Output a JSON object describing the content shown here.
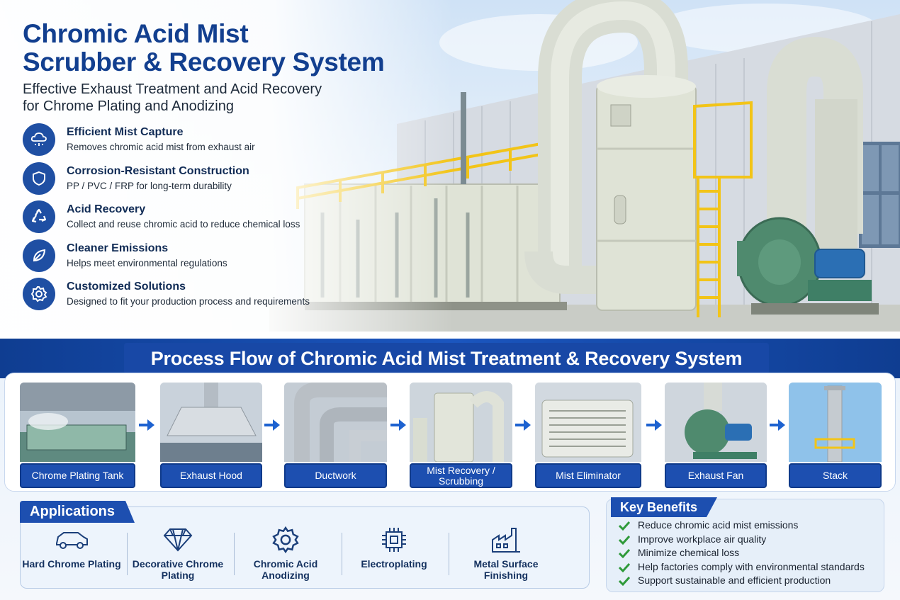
{
  "hero": {
    "title_lines": [
      "Chromic Acid Mist",
      "Scrubber & Recovery System"
    ],
    "subtitle_lines": [
      "Effective Exhaust Treatment and Acid Recovery",
      "for Chrome Plating and Anodizing"
    ],
    "features": [
      {
        "icon": "cloud-mist-icon",
        "title": "Efficient Mist Capture",
        "desc": "Removes chromic acid mist from exhaust air"
      },
      {
        "icon": "shield-icon",
        "title": "Corrosion-Resistant Construction",
        "desc": "PP / PVC / FRP for long-term durability"
      },
      {
        "icon": "recycle-icon",
        "title": "Acid Recovery",
        "desc": "Collect and reuse chromic acid to reduce chemical loss"
      },
      {
        "icon": "leaf-icon",
        "title": "Cleaner Emissions",
        "desc": "Helps meet environmental regulations"
      },
      {
        "icon": "gear-icon",
        "title": "Customized Solutions",
        "desc": "Designed to fit your production process and requirements"
      }
    ]
  },
  "process": {
    "title": "Process Flow of Chromic Acid Mist Treatment & Recovery System",
    "steps": [
      {
        "label": "Chrome Plating Tank",
        "photo": "plating-tank-photo"
      },
      {
        "label": "Exhaust Hood",
        "photo": "exhaust-hood-photo"
      },
      {
        "label": "Ductwork",
        "photo": "ductwork-photo"
      },
      {
        "label": "Mist Recovery / Scrubbing",
        "photo": "scrubber-photo"
      },
      {
        "label": "Mist Eliminator",
        "photo": "mist-eliminator-photo"
      },
      {
        "label": "Exhaust Fan",
        "photo": "exhaust-fan-photo"
      },
      {
        "label": "Stack",
        "photo": "stack-photo"
      }
    ]
  },
  "applications": {
    "title": "Applications",
    "items": [
      {
        "icon": "car-icon",
        "label": "Hard Chrome Plating"
      },
      {
        "icon": "diamond-icon",
        "label": "Decorative Chrome Plating"
      },
      {
        "icon": "gear-icon",
        "label": "Chromic Acid Anodizing"
      },
      {
        "icon": "chip-icon",
        "label": "Electroplating"
      },
      {
        "icon": "factory-icon",
        "label": "Metal Surface Finishing"
      }
    ]
  },
  "benefits": {
    "title": "Key Benefits",
    "items": [
      "Reduce chromic acid mist emissions",
      "Improve workplace air quality",
      "Minimize chemical loss",
      "Help factories comply with environmental standards",
      "Support sustainable and efficient production"
    ]
  },
  "colors": {
    "brand_blue": "#1d4fb0",
    "title_blue": "#123f8f",
    "check_green": "#2f9a3a",
    "equipment_gray": "#dfe3d6",
    "railing_yellow": "#f2c418"
  }
}
